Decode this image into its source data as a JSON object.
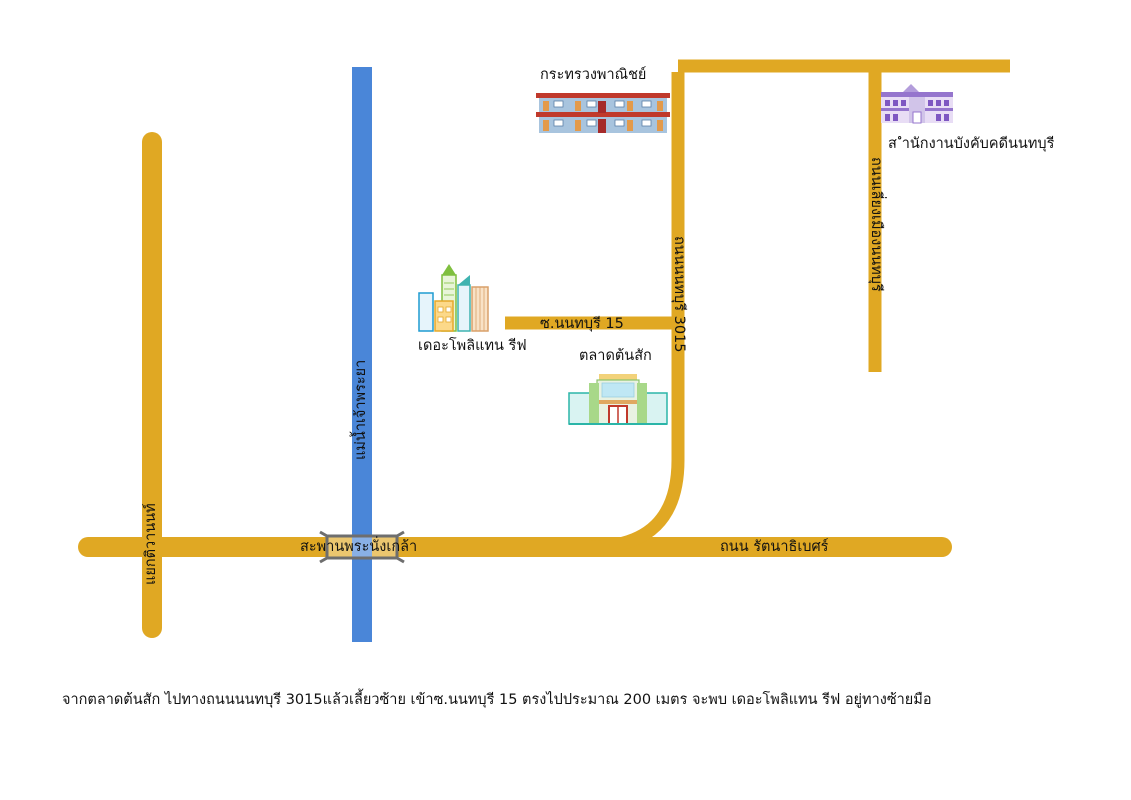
{
  "colors": {
    "road": "#E0A823",
    "river": "#4A86D8",
    "bridge": "#6E6E6E"
  },
  "labels": {
    "ministry_of_commerce": "กระทรวงพาณิชย์",
    "legal_execution_office": "ส ำนักงานบังคับคดีนนทบุรี",
    "the_politan_rive": "เดอะโพลิแทน รีฟ",
    "talad_ton_sak": "ตลาดต้นสัก",
    "soi_nonthaburi_15": "ซ.นนทบุรี 15",
    "road_nonthaburi_3015": "ถนนนนทบุรี 3015",
    "road_liang_mueang": "ถนนเลี่ยงเมืองนนทบุรี",
    "chao_phraya_river": "แม่น้ำเจ้าพระยา",
    "yaek_tiwanon": "แยกติวานนท์",
    "phra_nang_klao_bridge": "สะพานพระนั่งเกล้า",
    "road_rattanathibet": "ถนน รัตนาธิเบศร์"
  },
  "icons": {
    "ministry": "government-building-icon",
    "office": "office-building-icon",
    "condo": "condominium-towers-icon",
    "market": "market-building-icon",
    "bridge": "bridge-icon"
  },
  "directions": "จากตลาดต้นสัก ไปทางถนนนนทบุรี 3015แล้วเลี้ยวซ้าย เข้าซ.นนทบุรี 15 ตรงไปประมาณ 200 เมตร จะพบ เดอะโพลิแทน รีฟ อยู่ทางซ้ายมือ"
}
